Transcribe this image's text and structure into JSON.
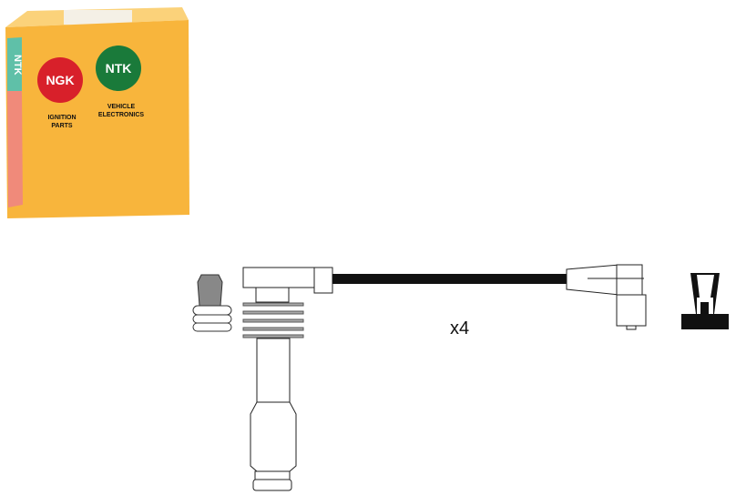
{
  "package": {
    "side_brand": "NTK",
    "ngk_logo": "NGK",
    "ntk_logo": "NTK",
    "ngk_caption_1": "IGNITION",
    "ngk_caption_2": "PARTS",
    "ntk_caption_1": "VEHICLE",
    "ntk_caption_2": "ELECTRONICS",
    "colors": {
      "box": "#f8b53c",
      "ngk": "#d8202a",
      "ntk": "#1a7a3a",
      "side_top": "#5fc0a8",
      "side_bottom": "#f08a7a"
    }
  },
  "product": {
    "quantity_label": "x4"
  }
}
